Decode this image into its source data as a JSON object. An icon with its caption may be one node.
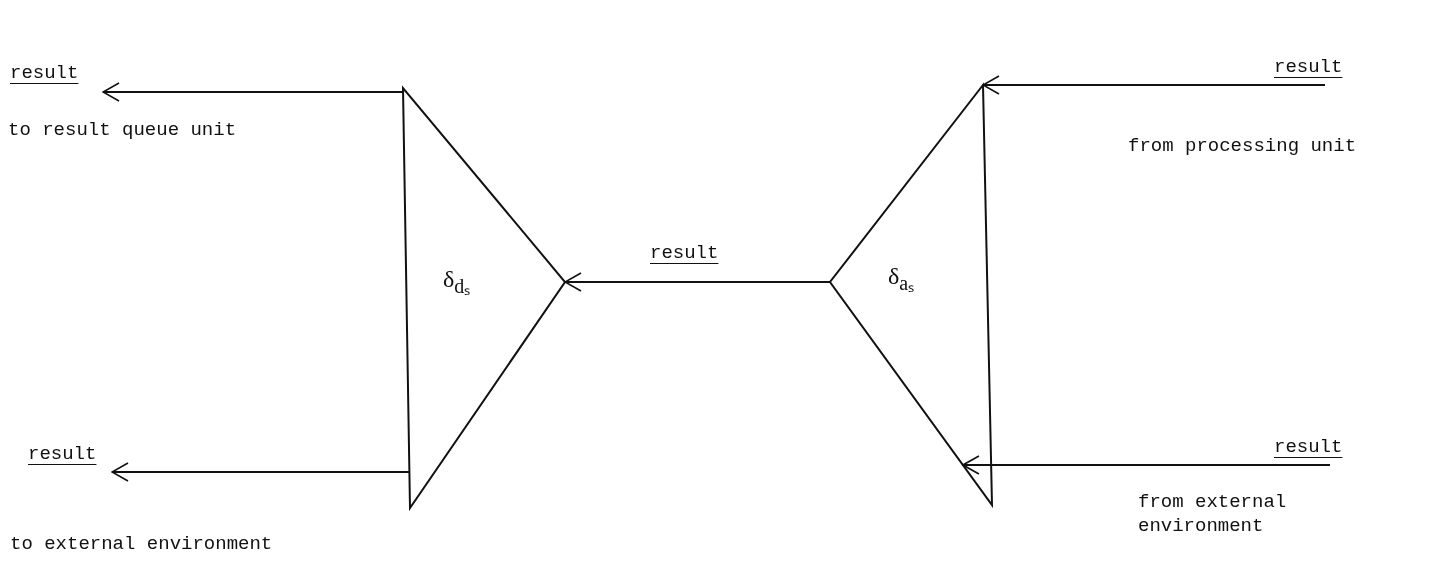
{
  "diagram": {
    "nodes": [
      {
        "text": [
          "δ$_{dₛ}$"
        ]
      },
      {
        "text": [
          "δ$_{aₛ}$"
        ]
      }
    ],
    "edges": [
      {
        "from": 0,
        "to": null,
        "arrow": "to",
        "label": "result"
      },
      {
        "from": 0,
        "to": null,
        "arrow": "to",
        "label": "result"
      },
      {
        "from": 1,
        "to": 0,
        "arrow": "to",
        "label": "result"
      },
      {
        "from": null,
        "to": 1,
        "arrow": "to",
        "label": "result"
      },
      {
        "from": null,
        "to": 1,
        "arrow": "to",
        "label": "result"
      }
    ],
    "labels": [
      "to result queue unit",
      "from processing unit",
      "to external environment",
      "from external environment"
    ]
  }
}
